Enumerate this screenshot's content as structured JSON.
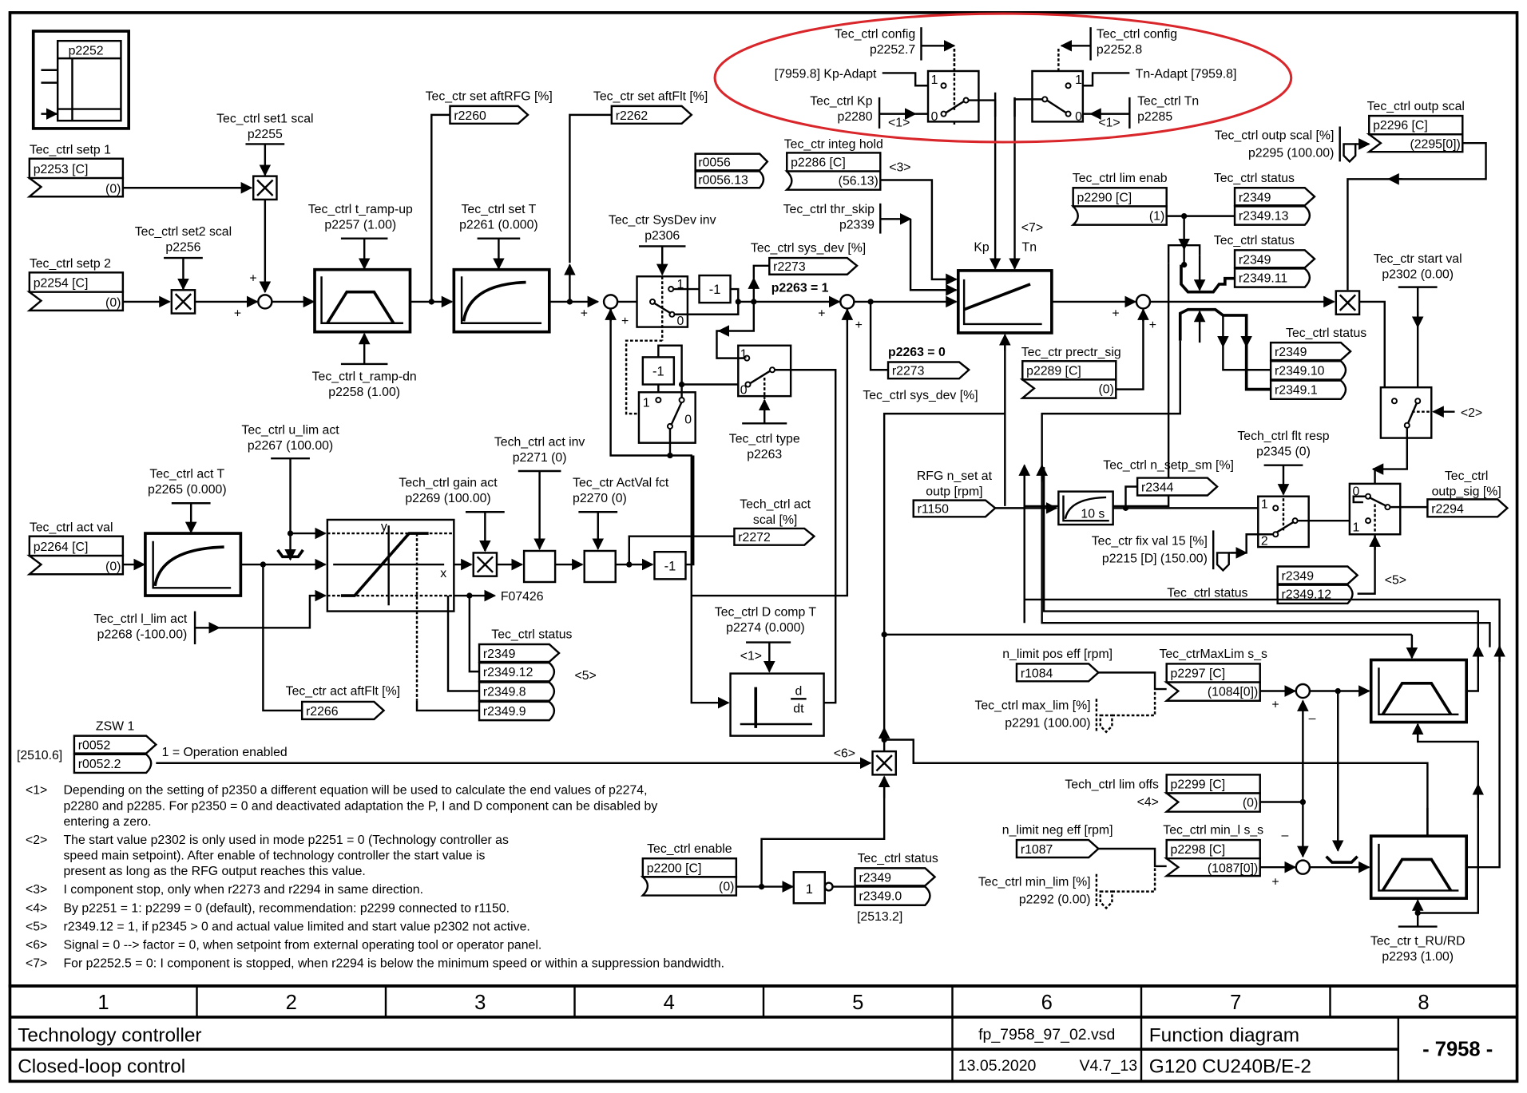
{
  "diagram": {
    "page_symbol": {
      "param": "p2252"
    },
    "setpoints": {
      "setp1": {
        "label": "Tec_ctrl setp 1",
        "param": "p2253 [C]",
        "value": "(0)"
      },
      "setp2": {
        "label": "Tec_ctrl setp 2",
        "param": "p2254 [C]",
        "value": "(0)"
      },
      "set1_scal": {
        "label": "Tec_ctrl set1 scal",
        "param": "p2255"
      },
      "set2_scal": {
        "label": "Tec_ctrl set2 scal",
        "param": "p2256"
      },
      "ramp_up": {
        "label": "Tec_ctrl t_ramp-up",
        "param": "p2257  (1.00)"
      },
      "ramp_dn": {
        "label": "Tec_ctrl t_ramp-dn",
        "param": "p2258  (1.00)"
      },
      "set_aft_rfg": {
        "label": "Tec_ctr set aftRFG [%]",
        "param": "r2260"
      },
      "set_t": {
        "label": "Tec_ctrl set T",
        "param": "p2261  (0.000)"
      },
      "set_aft_flt": {
        "label": "Tec_ctr set aftFlt [%]",
        "param": "r2262"
      }
    },
    "adaptation": {
      "config_kp": {
        "label": "Tec_ctrl config",
        "param": "p2252.7"
      },
      "kp_adapt": "[7959.8] Kp-Adapt",
      "kp": {
        "label": "Tec_ctrl Kp",
        "param": "p2280",
        "note": "<1>"
      },
      "config_tn": {
        "label": "Tec_ctrl config",
        "param": "p2252.8"
      },
      "tn_adapt": "Tn-Adapt [7959.8]",
      "tn": {
        "label": "Tec_ctrl Tn",
        "param": "p2285",
        "note": "<1>"
      },
      "highlight_color": "#d9262b"
    },
    "integ_hold": {
      "label": "Tec_ctr integ hold",
      "src1": "r0056",
      "src2": "r0056.13",
      "param": "p2286 [C]",
      "value": "(56.13)",
      "note": "<3>"
    },
    "thr_skip": {
      "label": "Tec_ctrl thr_skip",
      "param": "p2339"
    },
    "sysdev_inv": {
      "label": "Tec_ctr SysDev inv",
      "param": "p2306"
    },
    "sys_dev_1": {
      "label": "Tec_ctrl sys_dev [%]",
      "param": "r2273",
      "cond": "p2263 = 1"
    },
    "sys_dev_0": {
      "label": "Tec_ctrl sys_dev [%]",
      "param": "r2273",
      "cond": "p2263 = 0"
    },
    "ctrl_type": {
      "label": "Tec_ctrl type",
      "param": "p2263"
    },
    "pid": {
      "kp": "Kp",
      "tn": "Tn",
      "note": "<7>"
    },
    "prectr": {
      "label": "Tec_ctr prectr_sig",
      "param": "p2289 [C]",
      "value": "(0)"
    },
    "lim_enab": {
      "label": "Tec_ctrl lim enab",
      "param": "p2290 [C]",
      "value": "(1)"
    },
    "status_13": {
      "label": "Tec_ctrl status",
      "r": "r2349",
      "bit": "r2349.13"
    },
    "status_11": {
      "label": "Tec_ctrl status",
      "r": "r2349",
      "bit": "r2349.11"
    },
    "status_10_1": {
      "label": "Tec_ctrl status",
      "r": "r2349",
      "bit1": "r2349.10",
      "bit2": "r2349.1"
    },
    "outp_scal": {
      "label": "Tec_ctrl outp scal",
      "param": "p2296 [C]",
      "value": "(2295[0])",
      "pct_label": "Tec_ctrl outp scal [%]",
      "pct_param": "p2295 (100.00)"
    },
    "start_val": {
      "label": "Tec_ctr start val",
      "param": "p2302  (0.00)",
      "note": "<2>"
    },
    "rfg_nset": {
      "label1": "RFG n_set at",
      "label2": "outp [rpm]",
      "param": "r1150"
    },
    "pt1": {
      "time": "10 s"
    },
    "n_setp_sm": {
      "label": "Tec_ctrl n_setp_sm [%]",
      "param": "r2344"
    },
    "flt_resp": {
      "label": "Tech_ctrl flt resp",
      "param": "p2345  (0)"
    },
    "fix_val": {
      "label": "Tec_ctr fix val 15 [%]",
      "param": "p2215 [D] (150.00)"
    },
    "outp_sig": {
      "label1": "Tec_ctrl",
      "label2": "outp_sig [%]",
      "param": "r2294"
    },
    "status_12b": {
      "label": "Tec_ctrl status",
      "r": "r2349",
      "bit": "r2349.12",
      "note": "<5>"
    },
    "actual": {
      "act_val": {
        "label": "Tec_ctrl act val",
        "param": "p2264 [C]",
        "value": "(0)"
      },
      "act_t": {
        "label": "Tec_ctrl act T",
        "param": "p2265  (0.000)"
      },
      "u_lim": {
        "label": "Tec_ctrl u_lim act",
        "param": "p2267  (100.00)"
      },
      "l_lim": {
        "label": "Tec_ctrl l_lim act",
        "param": "p2268  (-100.00)"
      },
      "gain": {
        "label": "Tech_ctrl gain act",
        "param": "p2269  (100.00)"
      },
      "act_inv": {
        "label": "Tech_ctrl act inv",
        "param": "p2271  (0)"
      },
      "actval_fct": {
        "label": "Tec_ctr ActVal fct",
        "param": "p2270  (0)"
      },
      "act_scal": {
        "label1": "Tech_ctrl act",
        "label2": "scal [%]",
        "param": "r2272"
      },
      "fault": "F07426",
      "aft_flt": {
        "label": "Tec_ctr act aftFlt [%]",
        "param": "r2266"
      },
      "status": {
        "label": "Tec_ctrl status",
        "r": "r2349",
        "b1": "r2349.12",
        "b2": "r2349.8",
        "b3": "r2349.9",
        "note": "<5>"
      },
      "lim_y": "y",
      "lim_x": "x"
    },
    "d_comp": {
      "label": "Tec_ctrl D comp T",
      "param": "p2274  (0.000)",
      "note": "<1>",
      "d": "d",
      "dt": "dt"
    },
    "zsw": {
      "label": "ZSW 1",
      "ref": "[2510.6]",
      "r": "r0052",
      "bit": "r0052.2",
      "text": "1 = Operation enabled",
      "note": "<6>"
    },
    "enable": {
      "label": "Tec_ctrl enable",
      "param": "p2200 [C]",
      "value": "(0)",
      "gate": "1",
      "status_label": "Tec_ctrl status",
      "r": "r2349",
      "bit": "r2349.0",
      "ref": "[2513.2]"
    },
    "limits": {
      "pos": {
        "label": "n_limit pos eff [rpm]",
        "param": "r1084"
      },
      "max_lim_ss": {
        "label": "Tec_ctrMaxLim s_s",
        "param": "p2297 [C]",
        "value": "(1084[0])"
      },
      "max_lim": {
        "label": "Tec_ctrl max_lim [%]",
        "param": "p2291 (100.00)"
      },
      "offs": {
        "label": "Tech_ctrl lim offs",
        "note": "<4>",
        "param": "p2299 [C]",
        "value": "(0)"
      },
      "neg": {
        "label": "n_limit neg eff [rpm]",
        "param": "r1087"
      },
      "min_lim_ss": {
        "label": "Tec_ctrl min_l s_s",
        "param": "p2298 [C]",
        "value": "(1087[0])"
      },
      "min_lim": {
        "label": "Tec_ctrl min_lim [%]",
        "param": "p2292 (0.00)"
      },
      "ru_rd": {
        "label": "Tec_ctr t_RU/RD",
        "param": "p2293  (1.00)"
      }
    },
    "signs": {
      "plus": "+",
      "minus": "–"
    },
    "switch_labels": {
      "one": "1",
      "zero": "0",
      "two": "2"
    },
    "neg_one": "-1",
    "notes": [
      {
        "tag": "<1>",
        "lines": [
          "Depending on the setting of p2350 a different equation will be used to calculate the end values of p2274,",
          "p2280 and p2285. For p2350 = 0 and deactivated adaptation the P, I and D component can be disabled by",
          "entering a zero."
        ]
      },
      {
        "tag": "<2>",
        "lines": [
          "The start value p2302 is only used in mode p2251 = 0 (Technology controller as",
          "speed main setpoint). After enable of technology controller the start value is",
          "present as long as the RFG output reaches this value."
        ]
      },
      {
        "tag": "<3>",
        "lines": [
          "I component stop, only when r2273 and r2294 in same direction."
        ]
      },
      {
        "tag": "<4>",
        "lines": [
          "By p2251 = 1: p2299 = 0 (default), recommendation: p2299 connected to r1150."
        ]
      },
      {
        "tag": "<5>",
        "lines": [
          "r2349.12 = 1, if p2345 > 0 and actual value limited and start value p2302 not active."
        ]
      },
      {
        "tag": "<6>",
        "lines": [
          " Signal = 0 --> factor = 0, when setpoint from external operating tool or operator panel."
        ]
      },
      {
        "tag": "<7>",
        "lines": [
          "For p2252.5 = 0: I component is stopped, when r2294 is below the minimum speed or within a suppression bandwidth."
        ]
      }
    ]
  },
  "footer": {
    "columns": [
      "1",
      "2",
      "3",
      "4",
      "5",
      "6",
      "7",
      "8"
    ],
    "title": "Technology controller",
    "subtitle": "Closed-loop control",
    "file": "fp_7958_97_02.vsd",
    "date": "13.05.2020",
    "version": "V4.7_13",
    "doc_type": "Function diagram",
    "device": "G120 CU240B/E-2",
    "page": "- 7958 -"
  }
}
